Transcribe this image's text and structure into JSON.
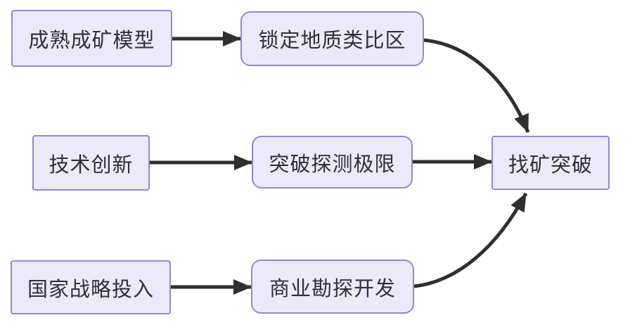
{
  "diagram": {
    "type": "flowchart",
    "colors": {
      "background": "#ffffff",
      "node_fill": "#ECEAF9",
      "node_border": "#9B82D8",
      "node_text": "#303036",
      "arrow": "#2F2F2F"
    },
    "nodes": [
      {
        "id": "mature-model",
        "label": "成熟成矿模型",
        "column": "left",
        "row": "top"
      },
      {
        "id": "analog-area",
        "label": "锁定地质类比区",
        "column": "middle",
        "row": "top"
      },
      {
        "id": "tech-innovation",
        "label": "技术创新",
        "column": "left",
        "row": "middle"
      },
      {
        "id": "detection-limit",
        "label": "突破探测极限",
        "column": "middle",
        "row": "middle"
      },
      {
        "id": "national-investment",
        "label": "国家战略投入",
        "column": "left",
        "row": "bottom"
      },
      {
        "id": "commercial-exploration",
        "label": "商业勘探开发",
        "column": "middle",
        "row": "bottom"
      },
      {
        "id": "prospecting-breakthrough",
        "label": "找矿突破",
        "column": "right",
        "row": "middle"
      }
    ],
    "edges": [
      {
        "from": "mature-model",
        "to": "analog-area",
        "style": "straight"
      },
      {
        "from": "tech-innovation",
        "to": "detection-limit",
        "style": "straight"
      },
      {
        "from": "national-investment",
        "to": "commercial-exploration",
        "style": "straight"
      },
      {
        "from": "analog-area",
        "to": "prospecting-breakthrough",
        "style": "curved-down"
      },
      {
        "from": "detection-limit",
        "to": "prospecting-breakthrough",
        "style": "straight"
      },
      {
        "from": "commercial-exploration",
        "to": "prospecting-breakthrough",
        "style": "curved-up"
      }
    ]
  }
}
